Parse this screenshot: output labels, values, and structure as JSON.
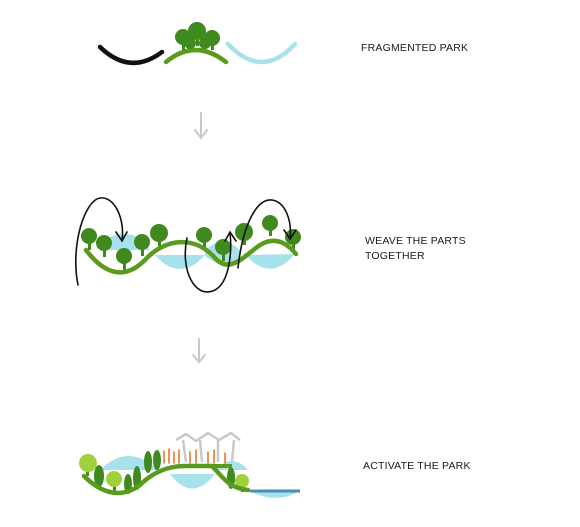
{
  "steps": [
    {
      "label_lines": [
        "FRAGMENTED PARK"
      ]
    },
    {
      "label_lines": [
        "WEAVE THE PARTS",
        "TOGETHER"
      ]
    },
    {
      "label_lines": [
        "ACTIVATE THE PARK"
      ]
    }
  ],
  "colors": {
    "green_path": "#5a9a1c",
    "tree_dark": "#3f8a1e",
    "tree_light": "#9fd23a",
    "water": "#a7e1ec",
    "water_deep": "#4a8fb0",
    "arrow_grey": "#c8c8c8",
    "activity_orange": "#e47a2e",
    "pavilion_grey": "#c9c9c9",
    "ink": "#111111"
  },
  "icons": [
    "tree-icon",
    "down-arrow-icon",
    "loop-arrow-icon",
    "pavilion-icon",
    "people-icon"
  ]
}
